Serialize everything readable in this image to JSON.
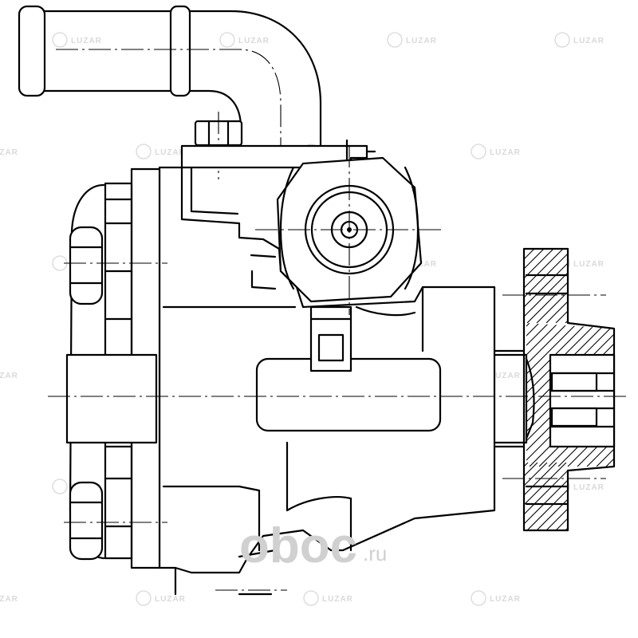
{
  "watermark": {
    "text": "LUZAR",
    "color": "#c9c9c9"
  },
  "site_logo": {
    "word": "oboc",
    "suffix": ".ru",
    "color": "#d0d0d0"
  },
  "line_color": "#000000"
}
